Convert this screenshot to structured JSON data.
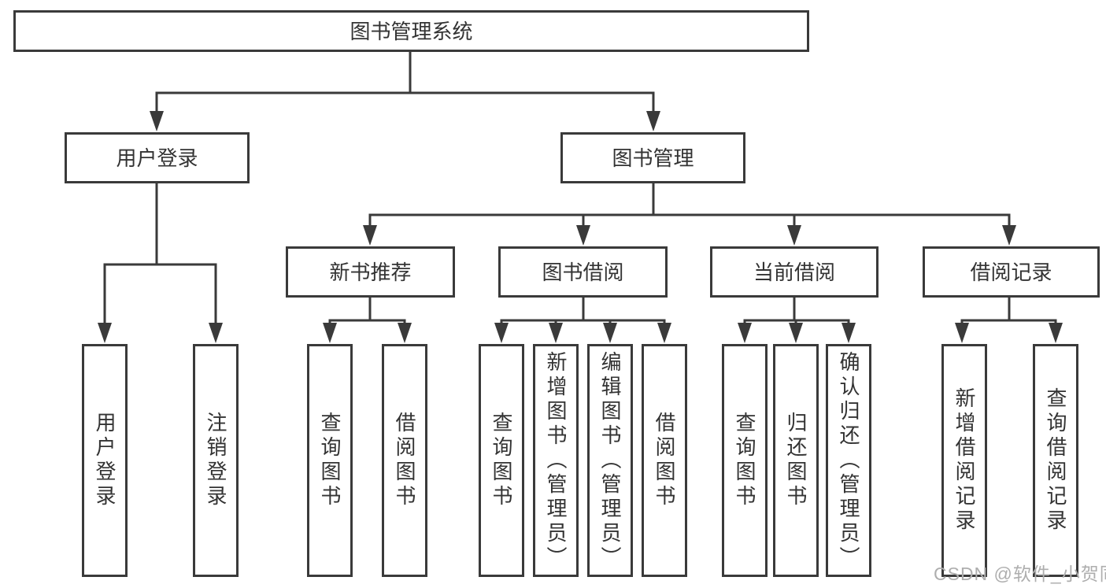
{
  "diagram": {
    "title": "图书管理系统",
    "nodes": {
      "root": "图书管理系统",
      "user_login": "用户登录",
      "book_mgmt": "图书管理",
      "new_book_rec": "新书推荐",
      "book_borrow": "图书借阅",
      "current_borrow": "当前借阅",
      "borrow_records": "借阅记录",
      "leaf_user_login": "用户登录",
      "leaf_logout_login": "注销登录",
      "leaf_query_book_rec": "查询图书",
      "leaf_borrow_book_rec": "借阅图书",
      "leaf_query_book_borrow": "查询图书",
      "leaf_add_book_admin": "新增图书（管理员）",
      "leaf_edit_book_admin": "编辑图书（管理员）",
      "leaf_borrow_book_borrow": "借阅图书",
      "leaf_query_book_current": "查询图书",
      "leaf_return_book": "归还图书",
      "leaf_confirm_return_admin": "确认归还（管理员）",
      "leaf_add_borrow_record": "新增借阅记录",
      "leaf_query_borrow_record": "查询借阅记录"
    },
    "hierarchy": {
      "图书管理系统": {
        "用户登录": [
          "用户登录",
          "注销登录"
        ],
        "图书管理": {
          "新书推荐": [
            "查询图书",
            "借阅图书"
          ],
          "图书借阅": [
            "查询图书",
            "新增图书（管理员）",
            "编辑图书（管理员）",
            "借阅图书"
          ],
          "当前借阅": [
            "查询图书",
            "归还图书",
            "确认归还（管理员）"
          ],
          "借阅记录": [
            "新增借阅记录",
            "查询借阅记录"
          ]
        }
      }
    },
    "colors": {
      "border": "#3a3a3a",
      "line": "#3a3a3a",
      "text": "#333333",
      "background": "#ffffff",
      "watermark": "#aeaeae"
    }
  },
  "watermark": "CSDN @软件_小贺同学"
}
